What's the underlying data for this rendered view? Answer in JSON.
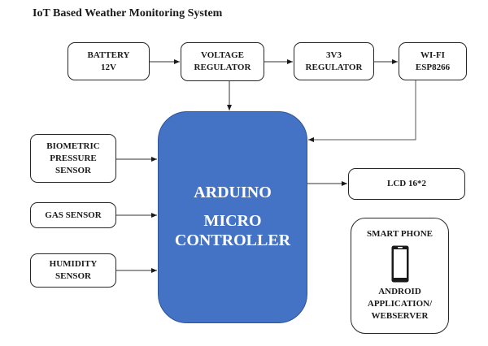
{
  "title": "IoT Based Weather Monitoring System",
  "colors": {
    "microcontroller_fill": "#4472C4",
    "microcontroller_border": "#2F5597",
    "box_border": "#262626",
    "text": "#1a1a1a"
  },
  "blocks": {
    "battery": {
      "lines": [
        "BATTERY",
        "12V"
      ]
    },
    "voltage_regulator": {
      "lines": [
        "VOLTAGE",
        "REGULATOR"
      ]
    },
    "regulator_3v3": {
      "lines": [
        "3V3",
        "REGULATOR"
      ]
    },
    "wifi": {
      "lines": [
        "WI-FI",
        "ESP8266"
      ]
    },
    "biometric_sensor": {
      "lines": [
        "BIOMETRIC",
        "PRESSURE",
        "SENSOR"
      ]
    },
    "gas_sensor": {
      "lines": [
        "GAS SENSOR"
      ]
    },
    "humidity_sensor": {
      "lines": [
        "HUMIDITY",
        "SENSOR"
      ]
    },
    "microcontroller": {
      "lines": [
        "ARDUINO",
        "MICRO",
        "CONTROLLER"
      ]
    },
    "lcd": {
      "lines": [
        "LCD 16*2"
      ]
    },
    "smartphone": {
      "header": "SMART PHONE",
      "icon": "smartphone-icon",
      "lines": [
        "ANDROID",
        "APPLICATION/",
        "WEBSERVER"
      ]
    }
  },
  "connections": [
    {
      "from": "BATTERY 12V",
      "to": "VOLTAGE REGULATOR"
    },
    {
      "from": "VOLTAGE REGULATOR",
      "to": "3V3 REGULATOR"
    },
    {
      "from": "3V3 REGULATOR",
      "to": "WI-FI ESP8266"
    },
    {
      "from": "VOLTAGE REGULATOR",
      "to": "ARDUINO MICRO CONTROLLER"
    },
    {
      "from": "WI-FI ESP8266",
      "to": "ARDUINO MICRO CONTROLLER"
    },
    {
      "from": "BIOMETRIC PRESSURE SENSOR",
      "to": "ARDUINO MICRO CONTROLLER"
    },
    {
      "from": "GAS SENSOR",
      "to": "ARDUINO MICRO CONTROLLER"
    },
    {
      "from": "HUMIDITY SENSOR",
      "to": "ARDUINO MICRO CONTROLLER"
    },
    {
      "from": "ARDUINO MICRO CONTROLLER",
      "to": "LCD 16*2"
    }
  ]
}
